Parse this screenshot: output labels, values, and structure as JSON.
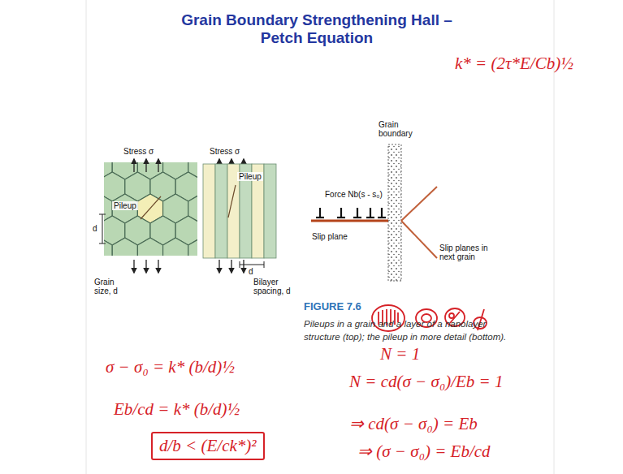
{
  "diagram": {
    "title": "Grain Boundary Strengthening Hall –Petch Equation",
    "caption": "Pileups in a grain and a layer of a nanolayer structure (top); the pileup in more detail (bottom).",
    "nodes": [
      {
        "text": [
          "d/b < (E/ck*)²"
        ]
      }
    ],
    "labels": [
      "Stress σ",
      "Pileup",
      "d",
      "Grain size, d",
      "Stress σ",
      "Pileup",
      "d",
      "Bilayer spacing, d",
      "Grain boundary",
      "Force Nb(s - s₀)",
      "Slip plane",
      "Slip planes in next grain",
      "FIGURE 7.6",
      "k* = (2τ*E/Cb)½",
      "σ − σ₀ = k* (b/d)½",
      "Eb/cd = k* (b/d)½",
      "N = 1",
      "N = cd(σ − σ₀)/Eb = 1",
      "⇒ cd(σ − σ₀) = Eb",
      "⇒ (σ − σ₀) = Eb/cd"
    ]
  }
}
